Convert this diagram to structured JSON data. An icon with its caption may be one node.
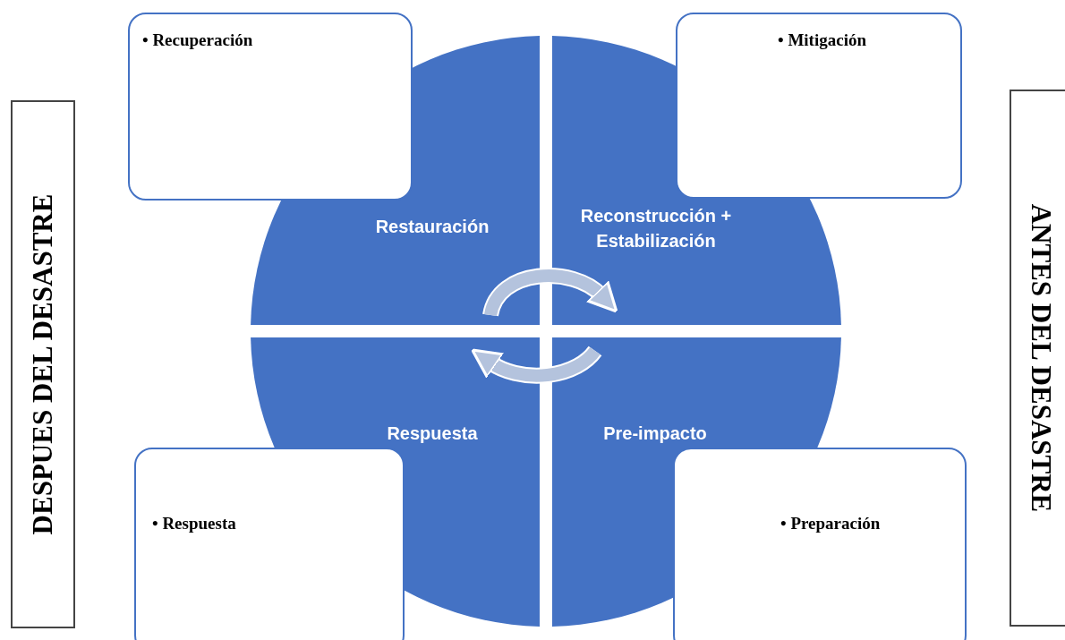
{
  "diagram": {
    "nodes": [
      {
        "text": [
          "DESPUES DEL DESASTRE"
        ]
      },
      {
        "text": [
          "• Recuperación"
        ]
      },
      {
        "text": [
          "• Mitigación"
        ]
      },
      {
        "text": [
          "Restauración"
        ]
      },
      {
        "text": [
          "Reconstrucción + Estabilización"
        ]
      },
      {
        "text": [
          "Respuesta"
        ]
      },
      {
        "text": [
          "Pre-impacto"
        ]
      },
      {
        "text": [
          "• Respuesta"
        ]
      },
      {
        "text": [
          "• Preparación"
        ]
      },
      {
        "text": [
          "ANTES DEL DESASTRE"
        ]
      }
    ],
    "edges": [
      {
        "from": 3,
        "to": 4,
        "arrow": "to"
      },
      {
        "from": 6,
        "to": 5,
        "arrow": "to"
      }
    ]
  }
}
